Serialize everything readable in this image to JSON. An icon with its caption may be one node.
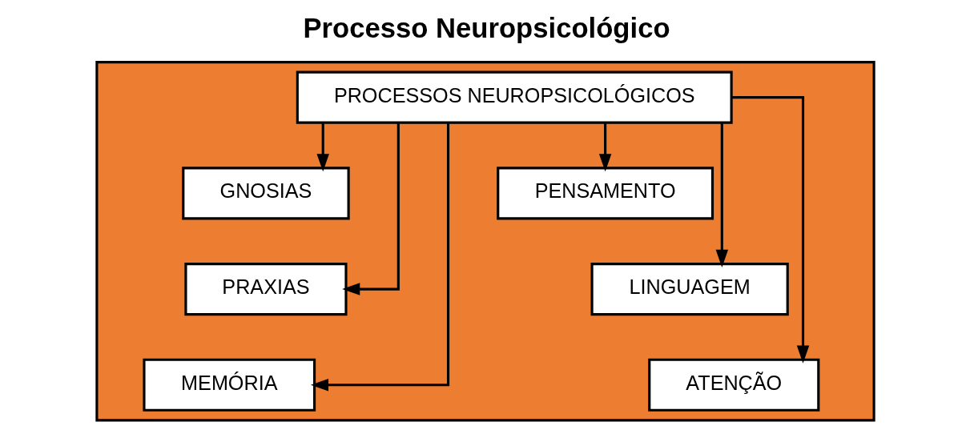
{
  "diagram": {
    "title": "Processo Neuropsicológico",
    "nodes": [
      {
        "text": [],
        "shape": "box"
      },
      {
        "text": [
          "PROCESSOS NEUROPSICOLÓGICOS"
        ],
        "in": 0
      },
      {
        "text": [
          "GNOSIAS"
        ],
        "in": 0
      },
      {
        "text": [
          "PENSAMENTO"
        ],
        "in": 0
      },
      {
        "text": [
          "PRAXIAS"
        ],
        "in": 0
      },
      {
        "text": [
          "LINGUAGEM"
        ],
        "in": 0
      },
      {
        "text": [
          "MEMÓRIA"
        ],
        "in": 0
      },
      {
        "text": [
          "ATENÇÃO"
        ],
        "in": 0
      }
    ],
    "edges": [
      {
        "from": 1,
        "to": 2,
        "arrow": "to"
      },
      {
        "from": 1,
        "to": 3,
        "arrow": "to"
      },
      {
        "from": 1,
        "to": 4,
        "arrow": "to"
      },
      {
        "from": 1,
        "to": 5,
        "arrow": "to"
      },
      {
        "from": 1,
        "to": 6,
        "arrow": "to"
      },
      {
        "from": 1,
        "to": 7,
        "arrow": "to"
      }
    ]
  }
}
